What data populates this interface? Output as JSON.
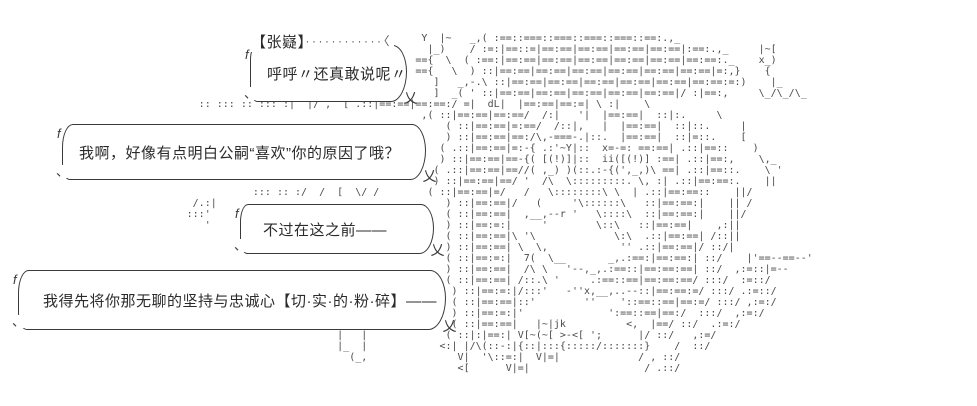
{
  "colors": {
    "background": "#ffffff",
    "art_stroke": "#4a4a4a",
    "bubble_border": "#3a3a3a",
    "dialogue_text": "#2b2b2b"
  },
  "character_name": "【张嶷】",
  "bubble_decor": {
    "hook_top": "f",
    "hook_bottom": "、",
    "tail": "乂",
    "name_trail": "············〈"
  },
  "bubbles": [
    {
      "speaker": "【张嶷】",
      "text": "呼呼〃还真敢说呢〃"
    },
    {
      "speaker": "",
      "text": "我啊，好像有点明白公嗣“喜欢”你的原因了哦？"
    },
    {
      "speaker": "",
      "text": "不过在这之前——"
    },
    {
      "speaker": "",
      "text": "我得先将你那无聊的坚持与忠诚心【切·实·的·粉·碎】——"
    }
  ],
  "ascii_art": {
    "lines": [
      "",
      "",
      "",
      "                                                                      Y  |~   _,( :==::===::===::===::===::==:.,_",
      "                                                                       |_)    / :=:|==::=|==:==|==:==|==:==|==:==|:==:.,_     |~[",
      "                                                                     =={  \\  ( :==:|==:==|==:==|==:==|==:==|==:==|==:==:._    x_)",
      "                                                                     =={   \\  ) ::|==:==|==:==|==:==|==:==|==:==|==:==|=:,}    {",
      "                                                                        ]   _,-.\\ ::|==:==|==:==|==:==|==:==|==:==|==:==:=:)    |_",
      "                                                                        ]  _( ' ::|==:==|==:==|==:==|==:==|==:==|/ :|==:,     \\_/\\_/\\_",
      "                                 :: ::: :: ::: :|  |/ ,  [ .::|==:==|==:==:/ =|  dL|  |==:==|==:=| \\ :|    \\",
      "                                                                      ,( ::|==:==|==:==/  /:|   '|  |==:==|  ::|:.     \\",
      "                                                                          ( ::|==:==|=:==/  /::|,   |  |==:==|  ::|::.     |",
      "                                                                          ) ::|==:==|==:/\\,-===-.|::.  |==:==|  ::|=::.    [",
      "                                                                         ( .::|==:==|=:-{ .:'~Y|::  x=-=: ==:==| .::|==::    )",
      "                                                                         ) ::|==:==|==-{( [(!)]|::  ii([(!)] :==| .::|==:,    \\,_",
      "                                                                        ( .::|==:==|==//( ,_) )(::.:-{(',_,)\\ ==| .::|==::.    \\ '",
      "                                                                        ) ::|==:==|==/ '  /\\  \\:::::::::. \\, :| .::|==:==:.    ||",
      "                                          ::: :: :/  /  [  \\/ /        ( ::|==:==|=/   /   \\::::::::\\ \\  | .::|==:==::    ||/",
      "                                /.:|                                      ) ::|==:==|/   (     '\\::::::\\   ::|==:==:|    || /",
      "                               :::'                                       ( ::|==:==|  ,__,--r '   \\::::\\  ::|==:==:|    ||/",
      "                                  '                                       ) ::|==:=:|     '        \\::\\   ::|==:==|    ,:||",
      "                                                                          ( ::|==:==|\\ '\\             \\:\\  .::|==:==| /::||",
      "                                                                          ) ::|==:==| \\  \\,            '' .::|==:==|/ ::/|",
      "                                                                          ( ::|==:=:|  7(  \\__       _,.:==:|==:==:| ::/    |'==--==--'",
      "                                                                          ) ::|==:==|  /\\ \\   '--,_,.:==::|==:==:==| ::/  ,:=::|=--",
      "                                                                          ( ::|==:==| /::.\\ '     .:==::==|==:==:==/ :::/  :=::/",
      "                                                                           ) ::|==:=:|/:::'   -''x,__,..--::|==:==:=/ :::/ .:=::/",
      "                                                                           ( ::|==:==|::'        ''    '::==::==|==:=/ :::/ ,:=:/",
      "                                                                           ) ::|==:=:|'              ':==::==|==:/  :::/  ,:=:/",
      "                                                        |   |              ( ::|==:==|   |~|jk          <,  |==/ ::/  .:=:/",
      "                                                        |   |             ( ::|:|==:| V[~(~[ >-<[ ';      |/ ::/   ,:=/",
      "                                                        |_  |            <:| |/\\(::-:|{::|:::{:::::/:::::::}    /  ::/",
      "                                                          (_,               V|  '\\::=:|  V|=|             / , ::/",
      "                                                                            <[      V|=|                   / .::/",
      ""
    ]
  }
}
